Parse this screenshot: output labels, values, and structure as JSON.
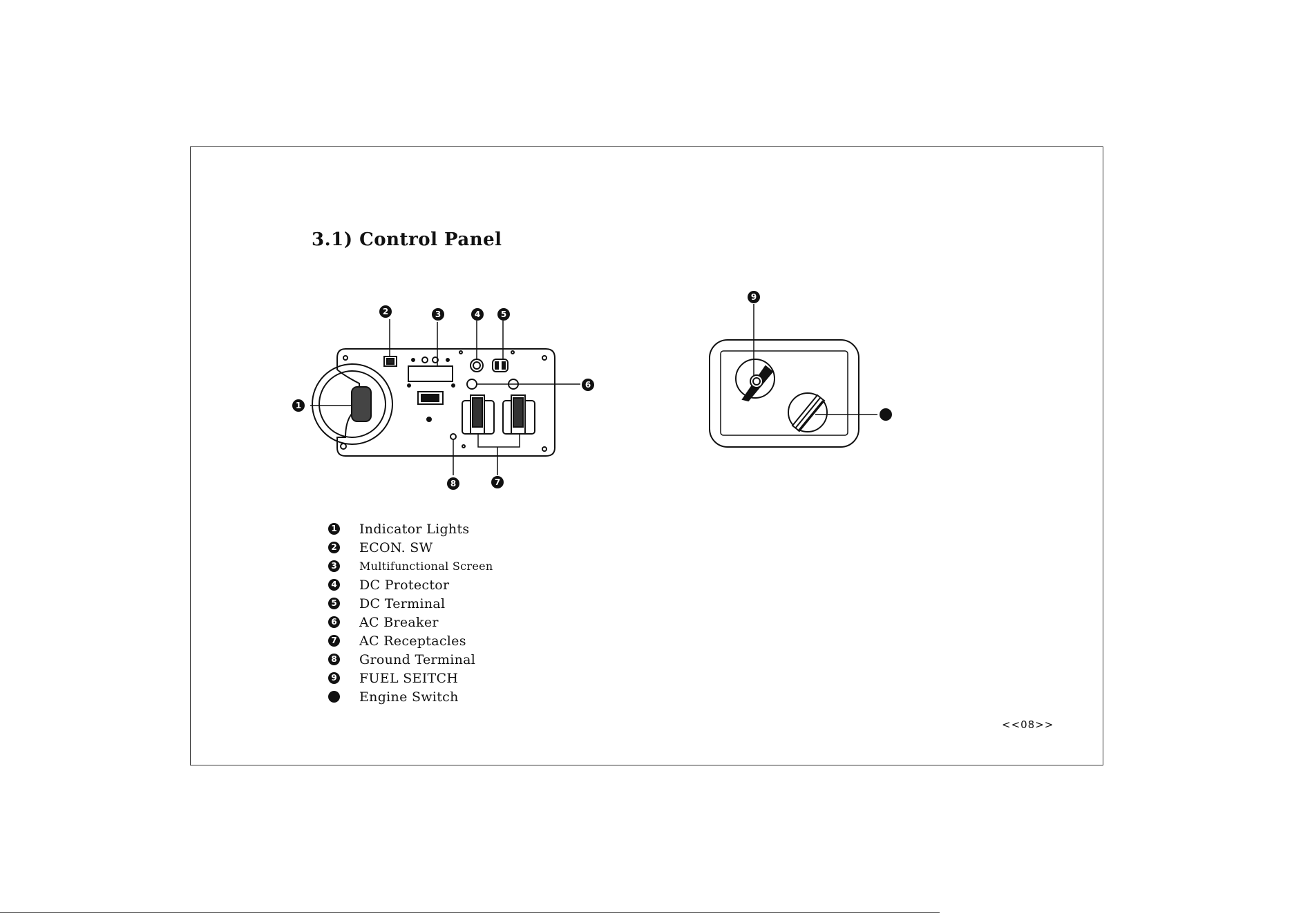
{
  "section": {
    "title": "3.1) Control Panel"
  },
  "legend": [
    {
      "num": "1",
      "label": "Indicator Lights"
    },
    {
      "num": "2",
      "label": "ECON. SW"
    },
    {
      "num": "3",
      "label": "Multifunctional Screen"
    },
    {
      "num": "4",
      "label": "DC Protector"
    },
    {
      "num": "5",
      "label": "DC Terminal"
    },
    {
      "num": "6",
      "label": "AC Breaker"
    },
    {
      "num": "7",
      "label": "AC Receptacles"
    },
    {
      "num": "8",
      "label": "Ground Terminal"
    },
    {
      "num": "9",
      "label": "FUEL SEITCH"
    },
    {
      "num": "",
      "label": "Engine Switch"
    }
  ],
  "page": {
    "number": "<<08>>"
  }
}
